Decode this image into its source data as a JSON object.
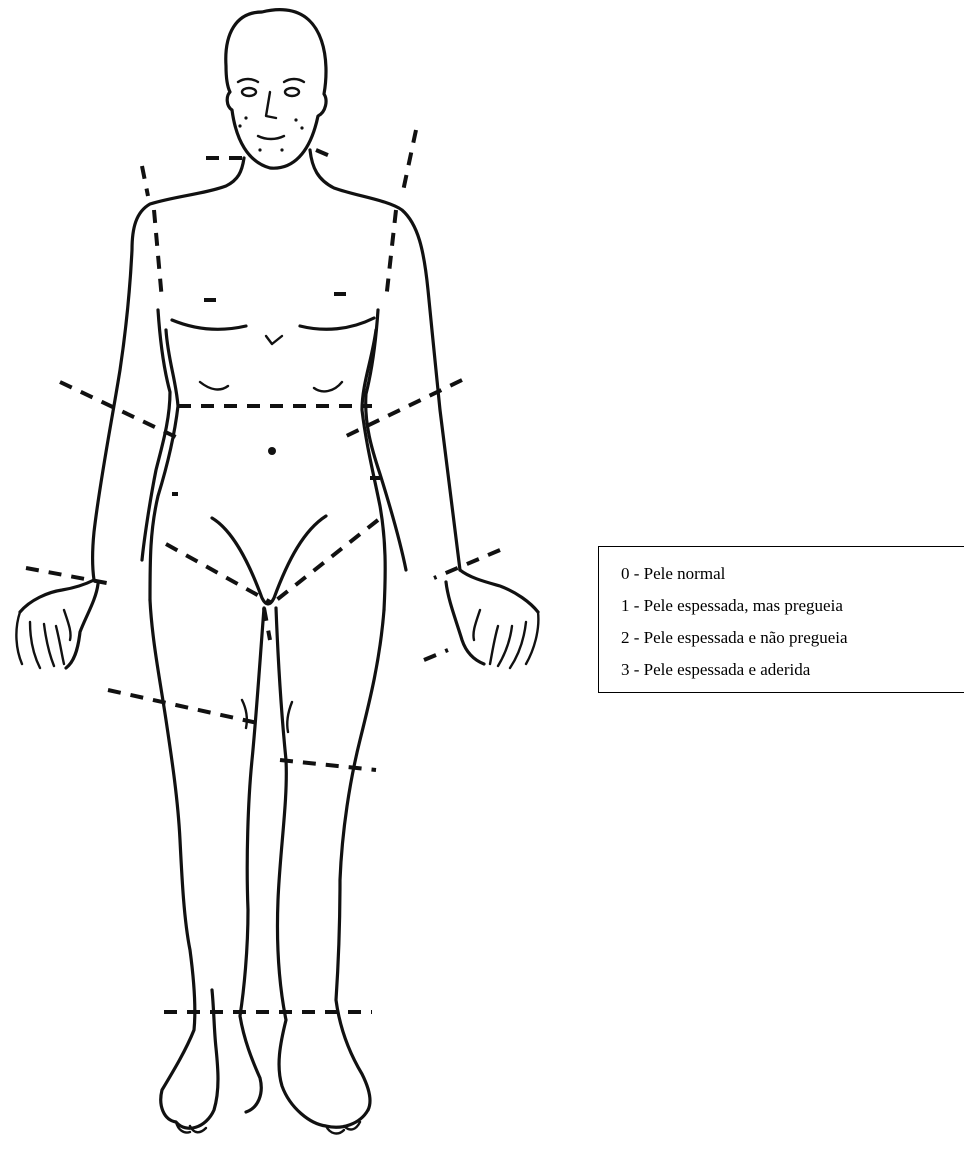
{
  "legend": {
    "items": [
      {
        "label": "0 - Pele normal"
      },
      {
        "label": "1 - Pele espessada, mas pregueia"
      },
      {
        "label": "2 - Pele espessada e não pregueia"
      },
      {
        "label": "3 - Pele espessada e aderida"
      }
    ]
  }
}
